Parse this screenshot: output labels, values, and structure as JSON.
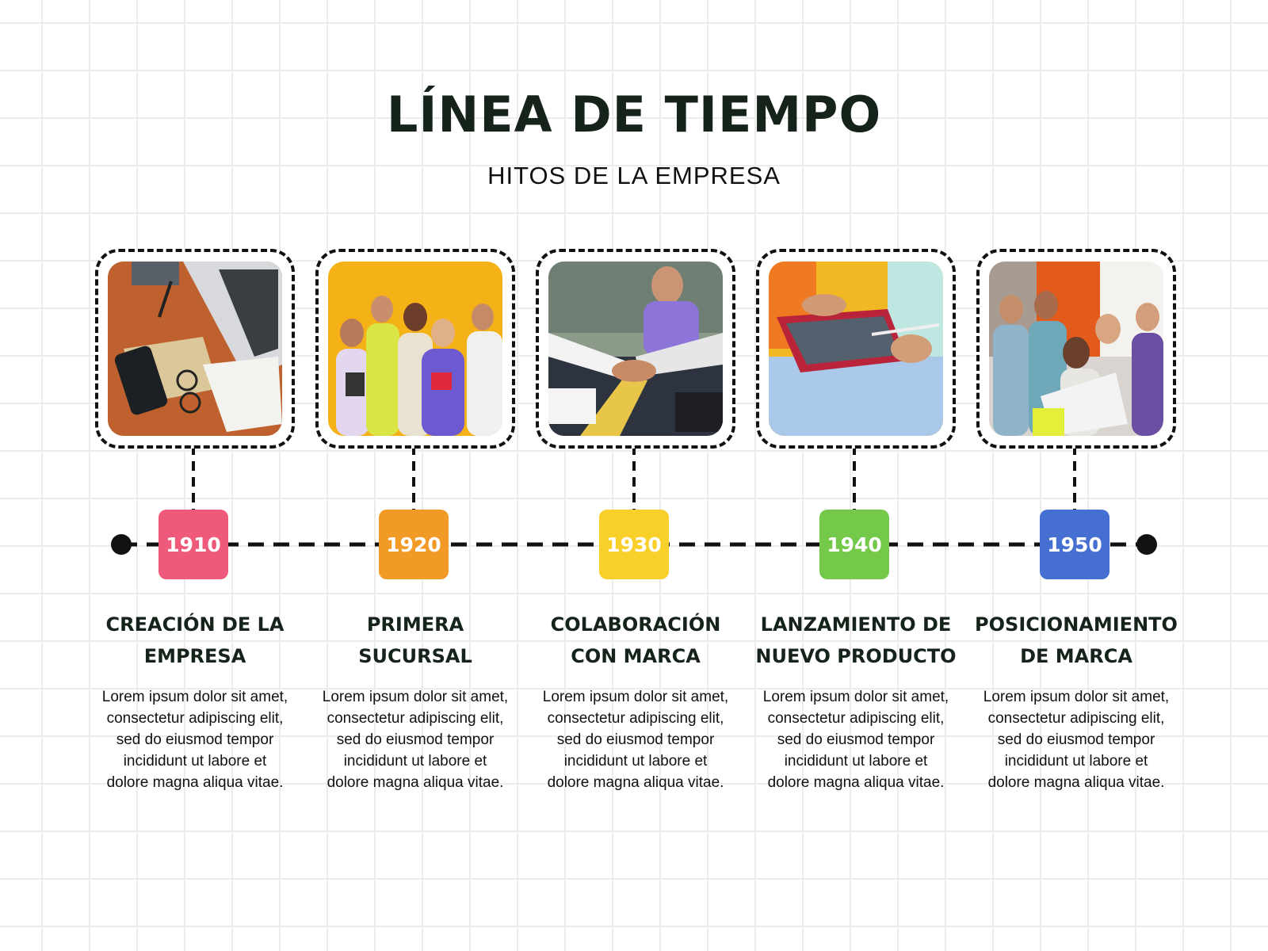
{
  "header": {
    "title": "LÍNEA DE TIEMPO",
    "subtitle": "HITOS DE LA EMPRESA"
  },
  "milestones": [
    {
      "year": "1910",
      "color": "#ef5a7a",
      "title": "CREACIÓN DE LA\nEMPRESA",
      "description": "Lorem ipsum dolor sit amet, consectetur adipiscing elit, sed do eiusmod tempor incididunt ut labore et dolore magna aliqua vitae.",
      "photo": "desk-laptop-phone-photo"
    },
    {
      "year": "1920",
      "color": "#f29a26",
      "title": "PRIMERA\nSUCURSAL",
      "description": "Lorem ipsum dolor sit amet, consectetur adipiscing elit, sed do eiusmod tempor incididunt ut labore et dolore magna aliqua vitae.",
      "photo": "team-group-photo"
    },
    {
      "year": "1930",
      "color": "#f9cf2a",
      "title": "COLABORACIÓN\nCON MARCA",
      "description": "Lorem ipsum dolor sit amet, consectetur adipiscing elit, sed do eiusmod tempor incididunt ut labore et dolore magna aliqua vitae.",
      "photo": "hands-together-photo"
    },
    {
      "year": "1940",
      "color": "#74c94a",
      "title": "LANZAMIENTO DE\nNUEVO PRODUCTO",
      "description": "Lorem ipsum dolor sit amet, consectetur adipiscing elit, sed do eiusmod tempor incididunt ut labore et dolore magna aliqua vitae.",
      "photo": "tablet-stylus-photo"
    },
    {
      "year": "1950",
      "color": "#4570d1",
      "title": "POSICIONAMIENTO\nDE MARCA",
      "description": "Lorem ipsum dolor sit amet, consectetur adipiscing elit, sed do eiusmod tempor incididunt ut labore et dolore magna aliqua vitae.",
      "photo": "group-reviewing-photo"
    }
  ]
}
